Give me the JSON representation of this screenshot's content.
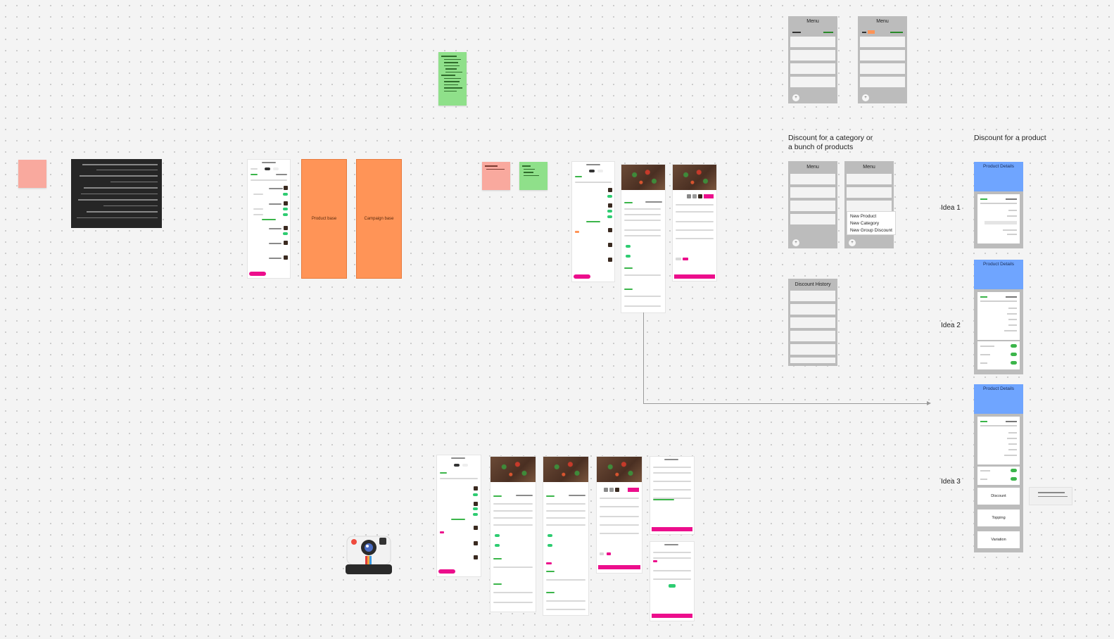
{
  "canvas": {
    "background": "#f4f4f4"
  },
  "wireframes": {
    "menu_title": "Menu",
    "discount_history_title": "Discount History",
    "fab_symbol": "+",
    "popup_items": [
      "New Product",
      "New Category",
      "New Group Discount"
    ]
  },
  "sections": {
    "category_title_line1": "Discount for a category or",
    "category_title_line2": "a bunch of products",
    "product_title": "Discount for a product"
  },
  "ideas": [
    "Idea 1",
    "Idea 2",
    "Idea 3"
  ],
  "product_details": {
    "title": "Product Details",
    "idea3_rows": [
      "Discount",
      "Topping",
      "Variation"
    ]
  },
  "boards": [
    {
      "label": "Product base"
    },
    {
      "label": "Campaign base"
    }
  ],
  "colors": {
    "accent_pink": "#ec0e8c",
    "board_orange": "#ff9457",
    "sticky_pink": "#f9a99e",
    "sticky_green": "#8fe08a",
    "header_blue": "#6fa5ff",
    "wire_gray": "#bcbcbc"
  },
  "icons": {
    "camera": "instant-camera-icon"
  }
}
